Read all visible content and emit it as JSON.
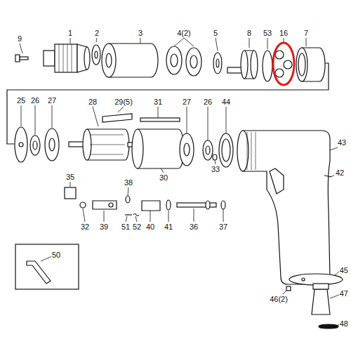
{
  "diagram": {
    "labels": [
      "9",
      "1",
      "2",
      "3",
      "4(2)",
      "5",
      "8",
      "53",
      "16",
      "7",
      "25",
      "26",
      "27",
      "28",
      "29(5)",
      "31",
      "27",
      "26",
      "44",
      "43",
      "30",
      "33",
      "35",
      "38",
      "42",
      "32",
      "39",
      "51",
      "52",
      "40",
      "41",
      "36",
      "37",
      "50",
      "45",
      "46(2)",
      "47",
      "48"
    ]
  }
}
